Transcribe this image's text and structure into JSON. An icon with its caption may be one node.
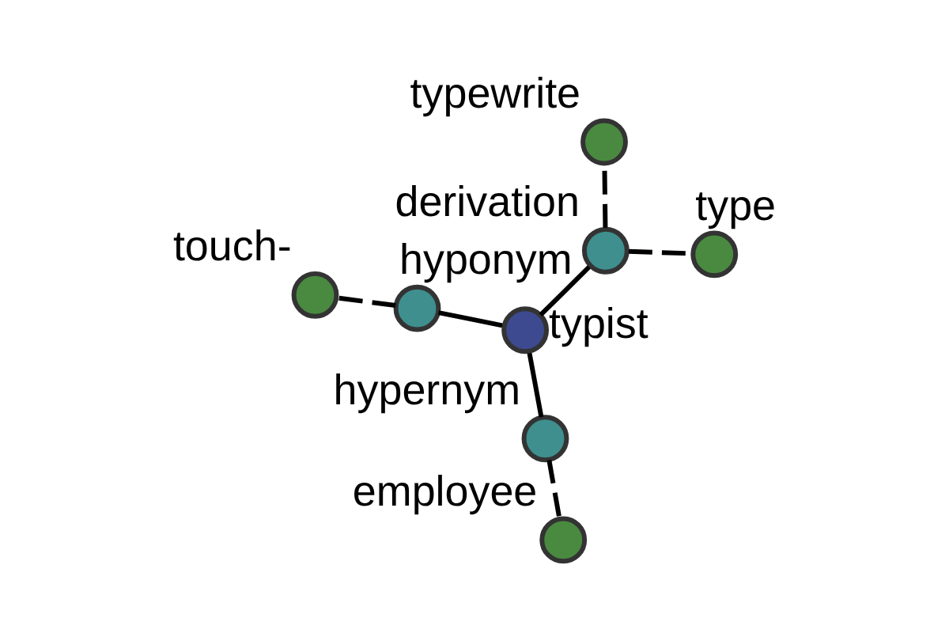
{
  "diagram": {
    "nodes": [
      {
        "text": [
          "hypernym"
        ]
      },
      {
        "text": [
          "employee"
        ]
      },
      {
        "text": [
          "typist"
        ]
      },
      {
        "text": [
          "hyponym"
        ]
      },
      {
        "text": [
          "derivation"
        ]
      },
      {
        "text": [
          "typewrite"
        ]
      },
      {
        "text": [
          "touch-"
        ]
      },
      {
        "text": [
          "type"
        ]
      }
    ],
    "edges": [
      {
        "from": 2,
        "to": 0,
        "arrow": "none"
      },
      {
        "from": 2,
        "to": 3,
        "arrow": "none"
      },
      {
        "from": 2,
        "to": 4,
        "arrow": "none"
      },
      {
        "from": 0,
        "to": 1,
        "arrow": "none",
        "style": "dashed"
      },
      {
        "from": 3,
        "to": 6,
        "arrow": "none",
        "style": "dashed"
      },
      {
        "from": 4,
        "to": 5,
        "arrow": "none",
        "style": "dashed"
      },
      {
        "from": 4,
        "to": 7,
        "arrow": "none",
        "style": "dashed"
      }
    ]
  }
}
